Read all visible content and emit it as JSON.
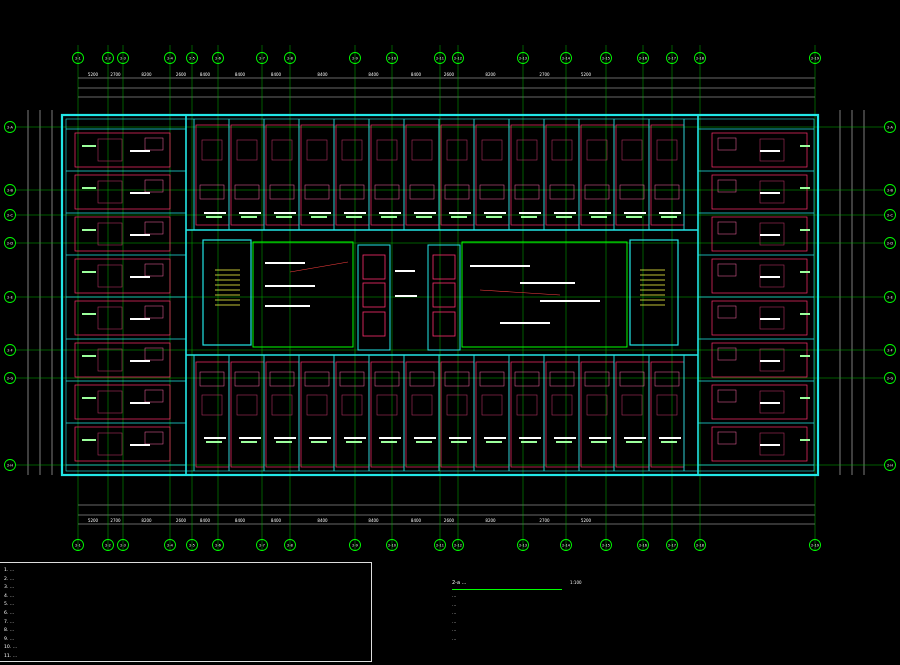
{
  "drawing": {
    "title": "2-a  ...",
    "scale": "1:100",
    "subtitle": "",
    "colors": {
      "background": "#000000",
      "grid_axis": "#00ff00",
      "wall": "#22e6e6",
      "room": "#ff2f6e",
      "text": "#ffffff",
      "dimension": "#ffffff"
    }
  },
  "grid_axes": {
    "columns_top": [
      "2-1",
      "2-2",
      "2-3",
      "2-4",
      "2-5",
      "2-6",
      "2-7",
      "2-8",
      "2-9",
      "2-10",
      "2-11",
      "2-12",
      "2-13",
      "2-14",
      "2-15",
      "2-16",
      "2-17",
      "2-18",
      "2-19"
    ],
    "rows_left": [
      "2-A",
      "2-B",
      "2-C",
      "2-D",
      "2-E",
      "2-F",
      "2-G",
      "2-H"
    ]
  },
  "dimensions_top": [
    "5200",
    "2700",
    "8200",
    "2600",
    "8400",
    "8400",
    "8400",
    "8400",
    "8400",
    "8400",
    "2600",
    "8200",
    "2700",
    "5200"
  ],
  "notes": [
    "1. ...",
    "2. ...",
    "3. ...",
    "4. ...",
    "5. ...",
    "6. ...",
    "7. ...",
    "8. ...",
    "9. ...",
    "10. ...",
    "11. ..."
  ],
  "title_block_lines": [
    "...",
    "...",
    "...",
    "...",
    "...",
    "..."
  ]
}
